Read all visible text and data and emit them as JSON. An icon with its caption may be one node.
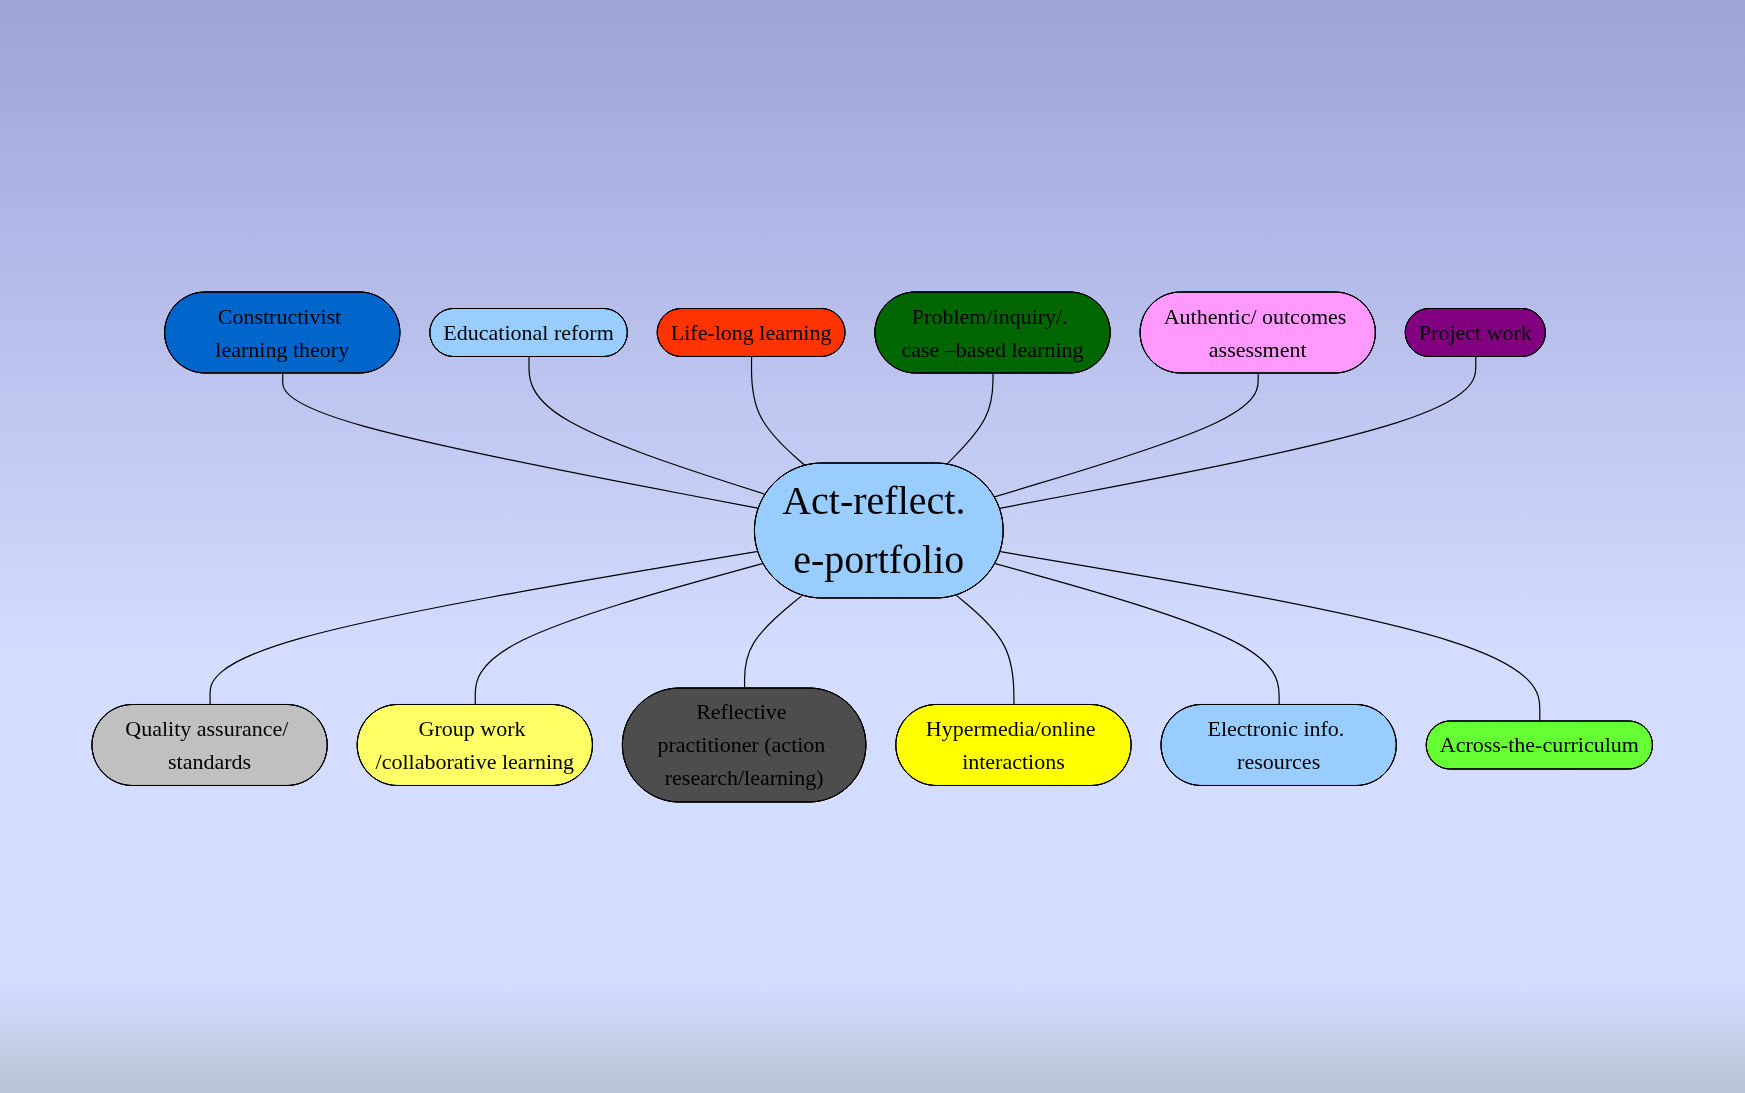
{
  "diagram": {
    "nodes": [
      {
        "text": [
          "Act-reflect. e-portfolio"
        ]
      },
      {
        "text": [
          "Constructivist learning theory"
        ]
      },
      {
        "text": [
          "Educational reform"
        ]
      },
      {
        "text": [
          "Life-long learning"
        ]
      },
      {
        "text": [
          "Problem/inquiry/. case –based learning"
        ]
      },
      {
        "text": [
          "Authentic/ outcomes assessment"
        ]
      },
      {
        "text": [
          "Project work"
        ]
      },
      {
        "text": [
          "Quality assurance/ standards"
        ]
      },
      {
        "text": [
          "Group work /collaborative learning"
        ]
      },
      {
        "text": [
          "Reflective practitioner (action research/learning)"
        ]
      },
      {
        "text": [
          "Hypermedia/online interactions"
        ]
      },
      {
        "text": [
          "Electronic info. resources"
        ]
      },
      {
        "text": [
          "Across-the-curriculum"
        ]
      }
    ],
    "edges": [
      {
        "from": 0,
        "to": 1,
        "arrow": "none"
      },
      {
        "from": 0,
        "to": 2,
        "arrow": "none"
      },
      {
        "from": 0,
        "to": 3,
        "arrow": "none"
      },
      {
        "from": 0,
        "to": 4,
        "arrow": "none"
      },
      {
        "from": 0,
        "to": 5,
        "arrow": "none"
      },
      {
        "from": 0,
        "to": 6,
        "arrow": "none"
      },
      {
        "from": 0,
        "to": 7,
        "arrow": "none"
      },
      {
        "from": 0,
        "to": 8,
        "arrow": "none"
      },
      {
        "from": 0,
        "to": 9,
        "arrow": "none"
      },
      {
        "from": 0,
        "to": 10,
        "arrow": "none"
      },
      {
        "from": 0,
        "to": 11,
        "arrow": "none"
      },
      {
        "from": 0,
        "to": 12,
        "arrow": "none"
      }
    ]
  }
}
